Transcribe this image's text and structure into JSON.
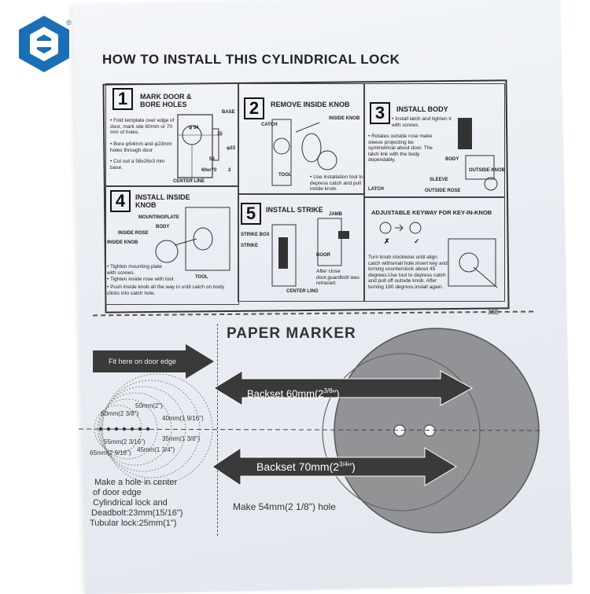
{
  "doc": {
    "title": "HOW TO  INSTALL THIS CYLINDRICAL LOCK",
    "code": "38E",
    "step1": {
      "num": "1",
      "title": "MARK DOOR &\nBORE HOLES",
      "notes": [
        "• Fold template over edge of door, mark site 60mm or 70 mm of holes.",
        "• Bore φ54mm  and φ23mm holes through door",
        "• Cut out a 58x26x3 mm base."
      ],
      "labels": {
        "base": "BASE",
        "d54": "φ 54",
        "d23": "φ23",
        "m25": "25",
        "m58": "58",
        "m3": "3",
        "m60": "60or70",
        "center": "CENTER LINE"
      }
    },
    "step2": {
      "num": "2",
      "title": "REMOVE INSIDE KNOB",
      "labels": {
        "catch": "CATCH",
        "inside": "INSIDE KNOB",
        "tool": "TOOL"
      },
      "note": "• Use installation tool to depress catch and pull inside knob."
    },
    "step3": {
      "num": "3",
      "title": "INSTALL BODY",
      "notes": [
        "• Install latch and tighten it with screws",
        "• Rotates outside rose make sleeve projecting be symmetrical about door. The latch link with the body dependably."
      ],
      "labels": {
        "body": "BODY",
        "outside": "OUTSIDE KNOB",
        "sleeve": "SLEEVE",
        "latch": "LATCH",
        "outside_rose": "OUTSIDE ROSE"
      }
    },
    "step4": {
      "num": "4",
      "title": "INSTALL INSIDE\nKNOB",
      "labels": {
        "mount": "MOUNTINGPLATE",
        "body": "BODY",
        "rose": "INSIDE ROSE",
        "knob": "INSIDE KNOB",
        "tool": "TOOL"
      },
      "notes": [
        "• Tighten mounting plate with screws.",
        "• Tighten inside rose with tool.",
        "• Push inside knob all the way in until catch on body clicks into catch hole."
      ]
    },
    "step5": {
      "num": "5",
      "title": "INSTALL STRIKE",
      "labels": {
        "jamb": "JAMB",
        "box": "STRIKE BOX",
        "strike": "STRIKE",
        "door": "DOOR",
        "center": "CENTER LING"
      },
      "note": "After close door,guardbolt was retraced."
    },
    "keyway": {
      "title": "ADJUSTABLE KEYWAY FOR KEY-IN-KNOB",
      "note": "Turn knob clockwise until align catch withsmall hole.Insert key and turning counterclock about 45 degrees.Use tool to depress catch and pull off outside knob. After turning 180 degress,install again.",
      "marks": [
        "✗",
        "✓"
      ]
    }
  },
  "marker": {
    "title": "PAPER MARKER",
    "edge": "Fit here on door edge",
    "backset60": "Backset  60mm(2",
    "backset60_frac": "3/8",
    "backset70": "Backset  70mm(2",
    "backset70_frac": "3/4",
    "close": "\")",
    "hole": "Make 54mm(2 1/8\") hole",
    "dims": [
      "50mm(2\")",
      "60mm(2 3/8\")",
      "40mm(1 9/16\")",
      "35mm(1 3/8\")",
      "55mm(2 3/16\")",
      "45mm(1 3/4\")",
      "65mm(2 9/16\")"
    ],
    "notes": [
      "Make a hole in center",
      "of door edge",
      "Cylindrical lock and",
      "Deadbolt:23mm(15/16\")",
      "Tubular lock:25mm(1\")"
    ]
  },
  "colors": {
    "logo": "#1a6fb5",
    "dark": "#3a3a3a",
    "paper": "#eef1f5"
  }
}
